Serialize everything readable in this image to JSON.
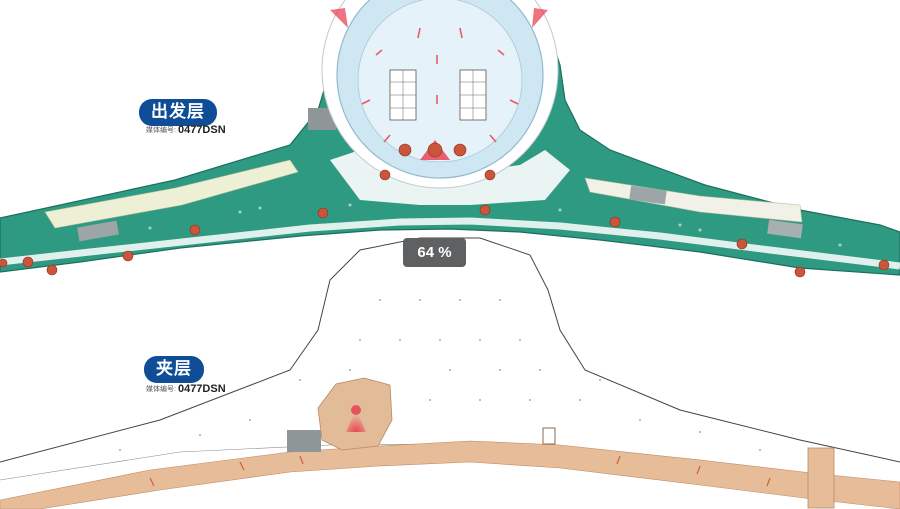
{
  "floors": [
    {
      "name": "出发层",
      "media_label": "媒体编号:",
      "media_code": "0477DSN"
    },
    {
      "name": "夹层",
      "media_label": "媒体编号:",
      "media_code": "0477DSN"
    }
  ],
  "zoom": {
    "label": "64 %",
    "percent": 64
  },
  "colors": {
    "departure_floor": "#2f9a82",
    "departure_outline": "#1e6e5e",
    "rotunda": "#cfe6f3",
    "rotunda_inner": "#e6f2fa",
    "mezzanine_walkway": "#e7bc98",
    "mezzanine_core": "#e2bb98",
    "media_marker": "#c9563a",
    "label_badge": "#0f4d97",
    "zoom_badge": "#5f6062",
    "highlight_beam": "#e8394d"
  }
}
